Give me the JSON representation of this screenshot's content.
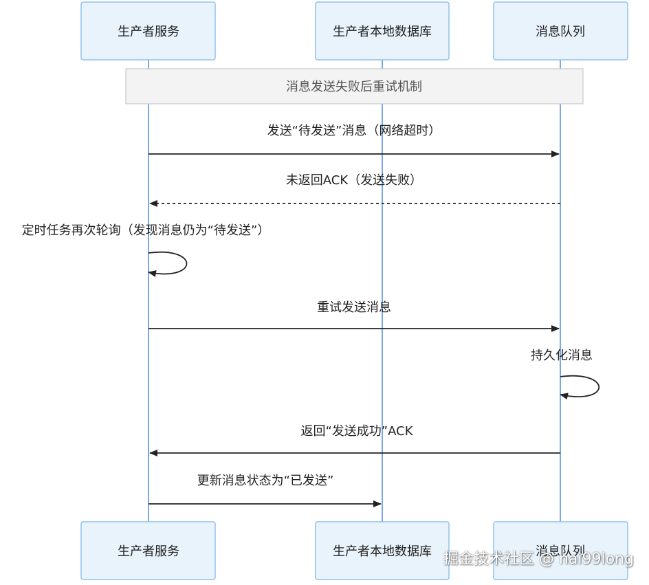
{
  "participants": {
    "producer": "生产者服务",
    "local_db": "生产者本地数据库",
    "queue": "消息队列"
  },
  "note": "消息发送失败后重试机制",
  "messages": {
    "m1": "发送“待发送”消息（网络超时）",
    "m2": "未返回ACK（发送失败）",
    "m3": "定时任务再次轮询（发现消息仍为“待发送”）",
    "m4": "重试发送消息",
    "m5": "持久化消息",
    "m6": "返回“发送成功”ACK",
    "m7": "更新消息状态为“已发送”"
  },
  "watermark": "掘金技术社区 @ nai99long"
}
